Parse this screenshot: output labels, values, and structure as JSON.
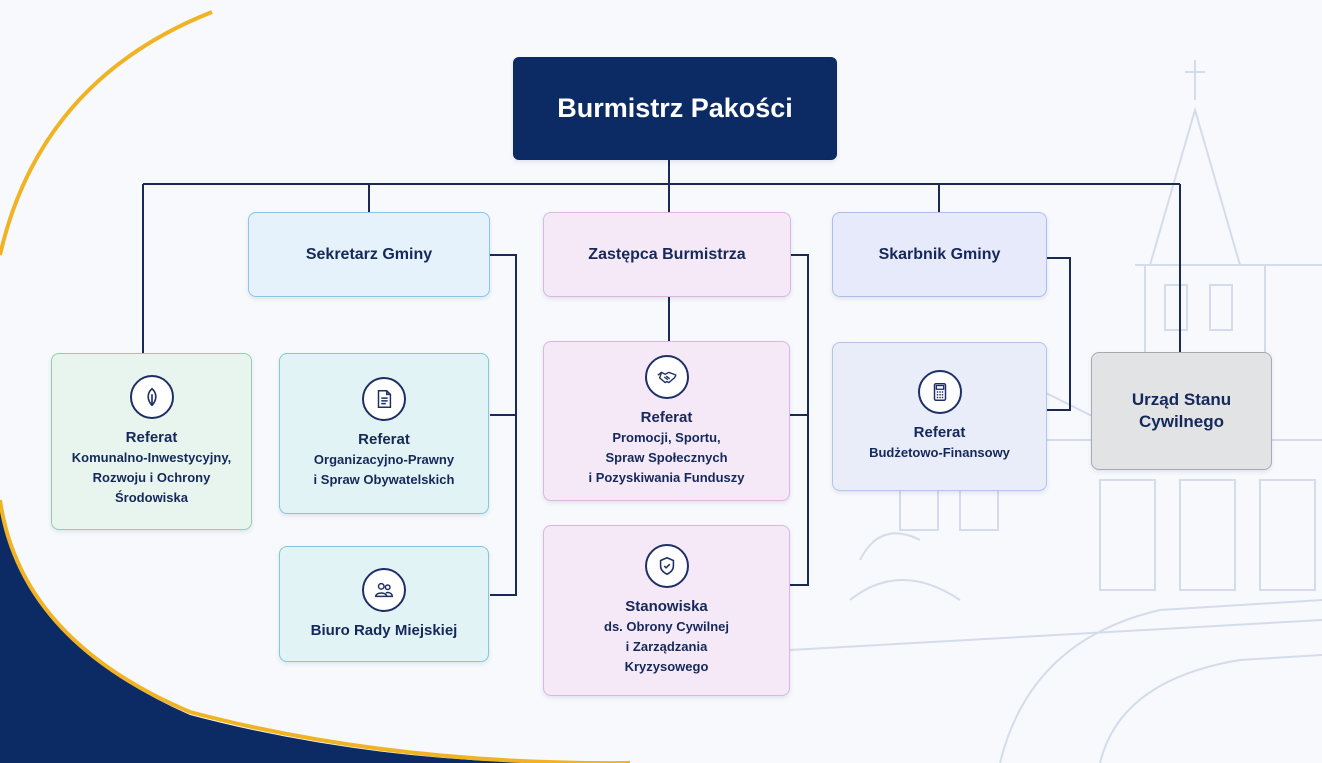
{
  "chart": {
    "root": {
      "label": "Burmistrz Pakości"
    },
    "sekretarz": {
      "label": "Sekretarz Gminy"
    },
    "zastepca": {
      "label": "Zastępca Burmistrza"
    },
    "skarbnik": {
      "label": "Skarbnik Gminy"
    },
    "komunalny": {
      "icon": "leaf-icon",
      "lines": [
        "Referat",
        "Komunalno-Inwestycyjny,",
        "Rozwoju i Ochrony",
        "Środowiska"
      ]
    },
    "organizacyjny": {
      "icon": "document-icon",
      "lines": [
        "Referat",
        "Organizacyjno-Prawny",
        "i Spraw Obywatelskich"
      ]
    },
    "biuro": {
      "icon": "people-icon",
      "lines": [
        "Biuro Rady Miejskiej"
      ]
    },
    "promocji": {
      "icon": "handshake-icon",
      "lines": [
        "Referat",
        "Promocji, Sportu,",
        "Spraw Społecznych",
        "i Pozyskiwania Funduszy"
      ]
    },
    "obrona": {
      "icon": "shield-check-icon",
      "lines": [
        "Stanowiska",
        "ds. Obrony Cywilnej",
        "i Zarządzania",
        "Kryzysowego"
      ]
    },
    "budzet": {
      "icon": "calculator-icon",
      "lines": [
        "Referat",
        "Budżetowo-Finansowy"
      ]
    },
    "usc": {
      "lines": [
        "Urząd Stanu",
        "Cywilnego"
      ]
    }
  },
  "colors": {
    "navy": "#0c2a63",
    "connector": "#1a2a55",
    "gold_accent": "#f0b323"
  }
}
